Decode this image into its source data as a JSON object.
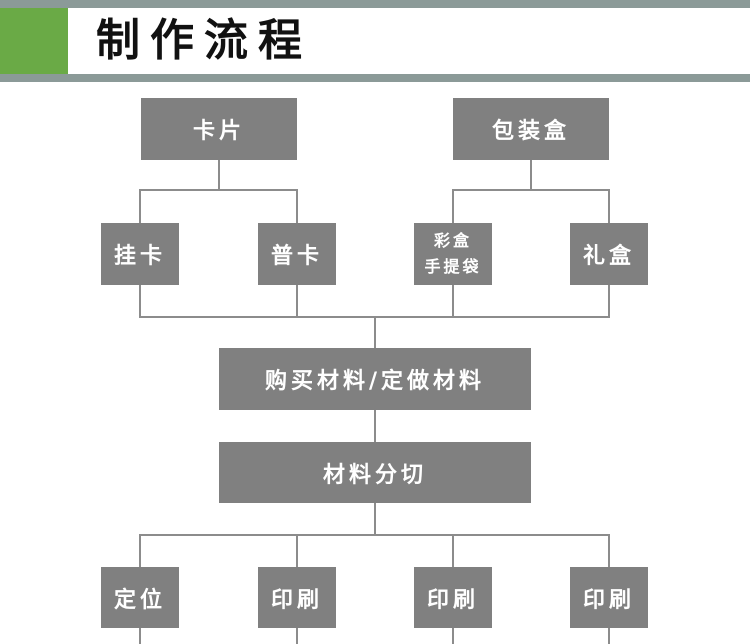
{
  "header": {
    "title": "制作流程",
    "accent_color": "#6aaa46",
    "rule_color": "#8b9a98"
  },
  "colors": {
    "node_fill": "#808080",
    "node_text": "#ffffff",
    "connector": "#8c8c8c"
  },
  "nodes": {
    "card": "卡片",
    "packaging_box": "包装盒",
    "hanging_card": "挂卡",
    "plain_card": "普卡",
    "color_box_line1": "彩盒",
    "color_box_line2": "手提袋",
    "gift_box": "礼盒",
    "materials": "购买材料/定做材料",
    "cutting": "材料分切",
    "positioning": "定位",
    "printing_1": "印刷",
    "printing_2": "印刷",
    "printing_3": "印刷"
  }
}
